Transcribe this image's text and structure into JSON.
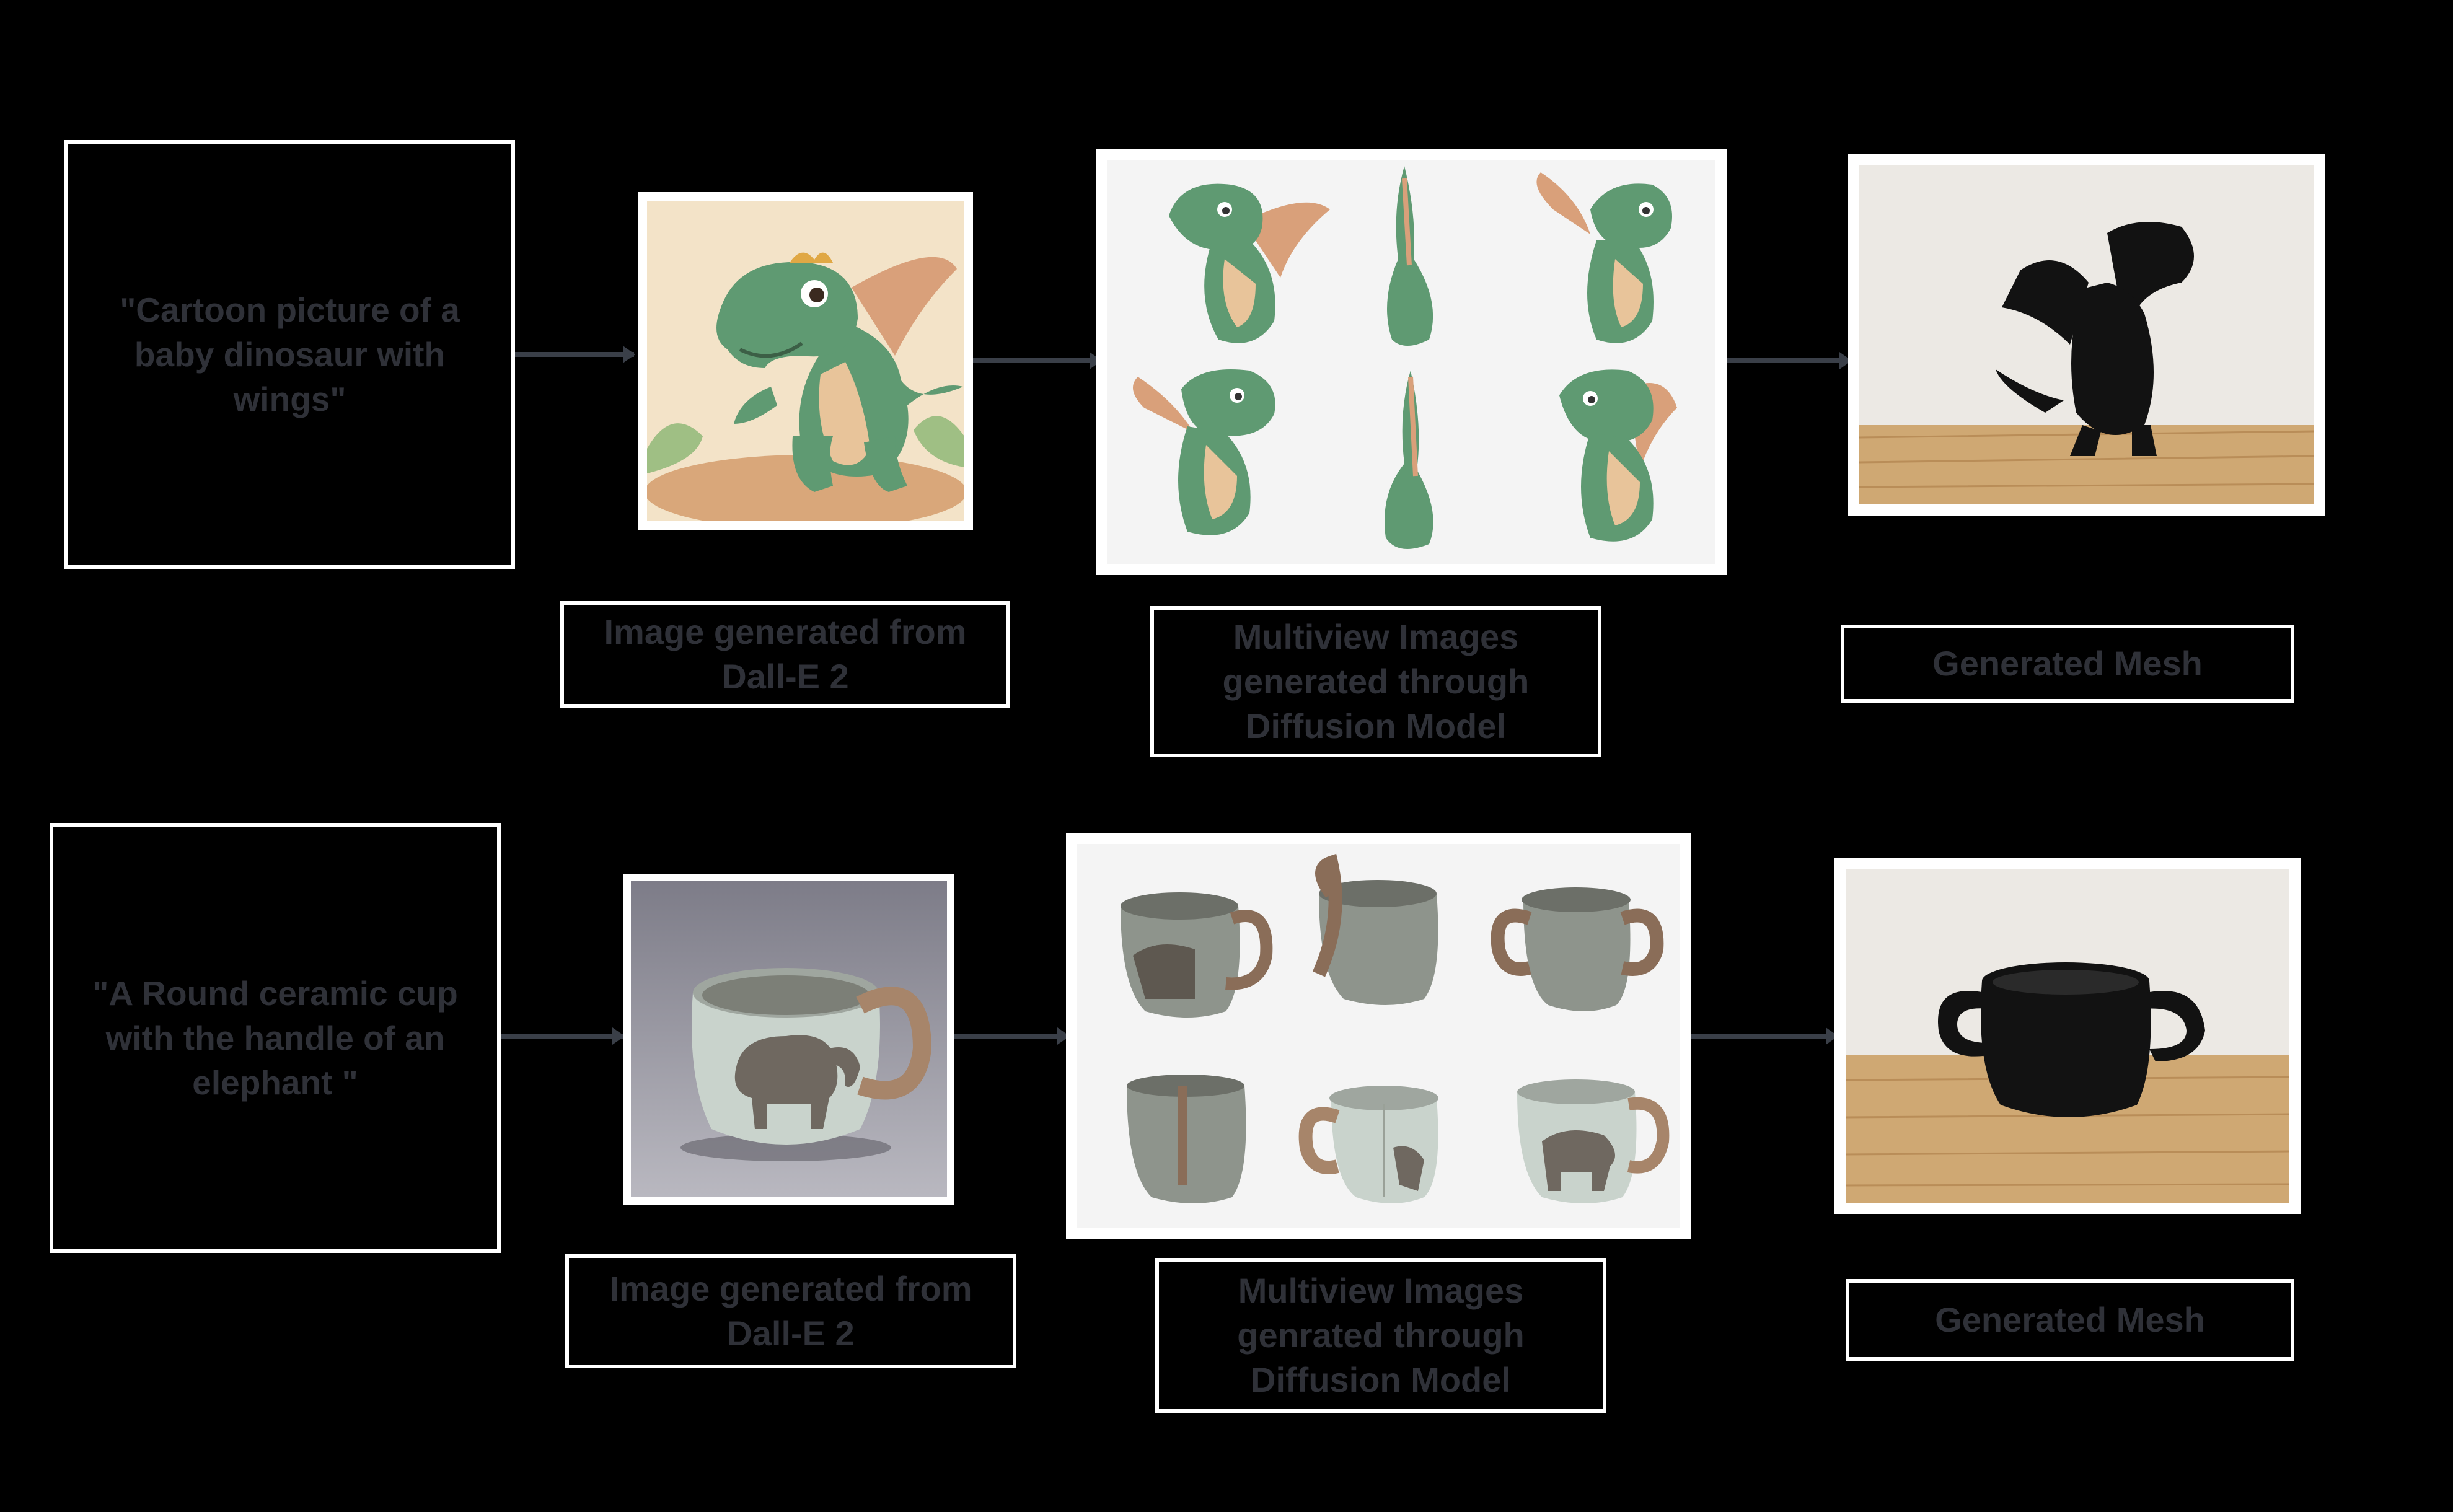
{
  "rows": [
    {
      "prompt": "\"Cartoon picture of a baby dinosaur with wings\"",
      "image_caption": "Image generated from Dall-E 2",
      "multiview_caption": "Multiview Images generated through Diffusion Model",
      "mesh_caption": "Generated Mesh"
    },
    {
      "prompt": "\"A Round ceramic cup with the handle of an elephant \"",
      "image_caption": "Image generated from Dall-E 2",
      "multiview_caption": "Multiview Images genrated through Diffusion Model",
      "mesh_caption": "Generated Mesh"
    }
  ],
  "colors": {
    "background": "#000000",
    "box_border": "#ffffff",
    "text": "#2f3138",
    "arrow": "#3a3f48",
    "dino_green": "#5f9a72",
    "dino_belly": "#e8c49a",
    "cup_body": "#c9d3cc",
    "elephant": "#6f6860",
    "mesh": "#121212",
    "table_wood": "#cfa873",
    "wall": "#ece9e4"
  }
}
